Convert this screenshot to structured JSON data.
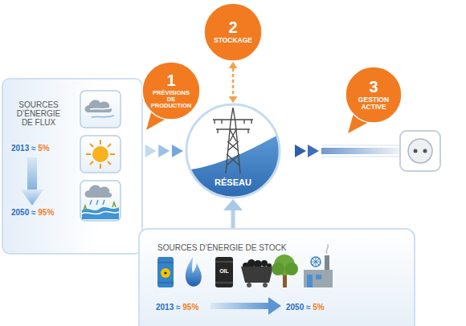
{
  "diagram": {
    "nodes": [
      {
        "text": [
          "SOURCES D’ÉNERGIE DE FLUX",
          "2013 ≈ 5%",
          "2050 ≈ 95%"
        ]
      },
      {
        "text": [
          "1",
          "PRÉVISIONS DE PRODUCTION"
        ]
      },
      {
        "text": [
          "2",
          "STOCKAGE"
        ]
      },
      {
        "text": [
          "RÉSEAU"
        ]
      },
      {
        "text": [
          "3",
          "GESTION ACTIVE"
        ]
      },
      {
        "text": [
          "SOURCES D’ÉNERGIE DE STOCK",
          "2013 ≈ 95%",
          "2050 ≈ 5%"
        ]
      }
    ],
    "edges": [
      {
        "from": 0,
        "to": 3,
        "arrow": "to"
      },
      {
        "from": 2,
        "to": 3,
        "arrow": "both"
      },
      {
        "from": 5,
        "to": 3,
        "arrow": "to"
      }
    ],
    "labels": [
      "OIL"
    ]
  }
}
